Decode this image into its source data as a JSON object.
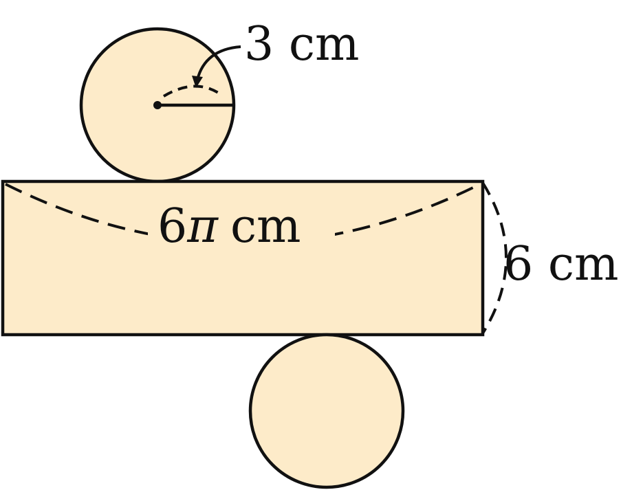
{
  "labels": {
    "radius": "3 cm",
    "circumference_number": "6",
    "circumference_symbol": "π",
    "circumference_unit": "cm",
    "height": "6 cm"
  },
  "colors": {
    "fill": "#fdebc9",
    "stroke": "#111111"
  }
}
